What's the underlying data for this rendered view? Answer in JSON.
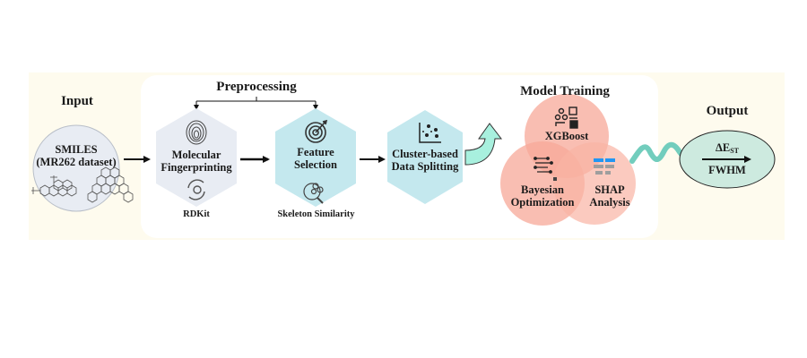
{
  "colors": {
    "outer_panel": "#fefbee",
    "inner_panel": "#ffffff",
    "input_circle": "#e8ecf3",
    "hex_fingerprint": "#e8ecf3",
    "hex_feature": "#c4e8ee",
    "hex_cluster": "#c4e8ee",
    "model_circles": "#f7a898",
    "curved_arrow": "#a8f0de",
    "wave": "#72cdbd",
    "output_ellipse": "#cdeadf",
    "shap_blue": "#2196f3",
    "shap_gray": "#9e9e9e"
  },
  "stages": {
    "input": {
      "title": "Input",
      "node_line1": "SMILES",
      "node_line2": "(MR262 dataset)",
      "molecule_icon": "molecule-structure-icon"
    },
    "preprocessing": {
      "title": "Preprocessing",
      "steps": [
        {
          "line1": "Molecular",
          "line2": "Fingerprinting",
          "icon": "fingerprint-icon",
          "tool_icon": "gear-cycle-icon",
          "tool_label": "RDKit"
        },
        {
          "line1": "Feature",
          "line2": "Selection",
          "icon": "target-icon",
          "tool_icon": "magnifier-molecule-icon",
          "tool_label": "Skeleton Similarity"
        }
      ]
    },
    "splitting": {
      "line1": "Cluster-based",
      "line2": "Data Splitting",
      "icon": "scatter-plot-icon"
    },
    "model_training": {
      "title": "Model Training",
      "components": [
        {
          "line1": "XGBoost",
          "line2": "",
          "icon": "tree-model-icon"
        },
        {
          "line1": "Bayesian",
          "line2": "Optimization",
          "icon": "circuit-icon"
        },
        {
          "line1": "SHAP",
          "line2": "Analysis",
          "icon": "bar-table-icon"
        }
      ]
    },
    "output": {
      "title": "Output",
      "target1_main": "ΔE",
      "target1_sub": "ST",
      "target2": "FWHM"
    }
  }
}
